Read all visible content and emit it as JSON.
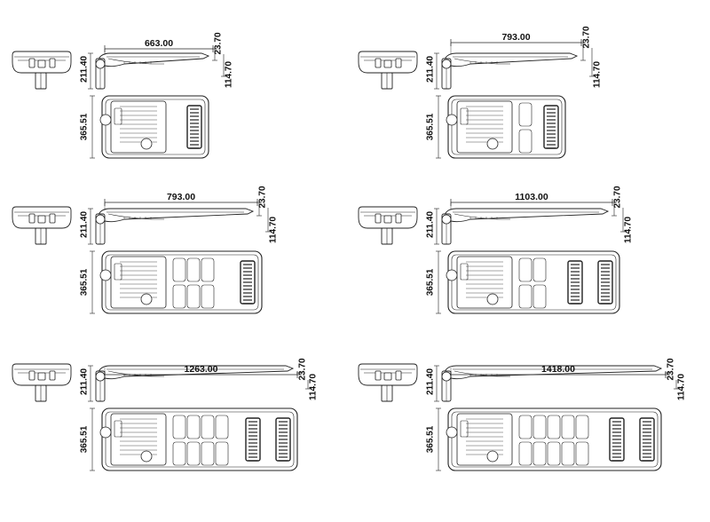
{
  "sheet": "street light dimension drawings",
  "line_color": "#222222",
  "panels": [
    {
      "length": "663.00",
      "thickness": "23.70",
      "height": "114.70",
      "arm": "211.40",
      "width": "365.51",
      "cell_cols": 0,
      "modules": 1
    },
    {
      "length": "793.00",
      "thickness": "23.70",
      "height": "114.70",
      "arm": "211.40",
      "width": "365.51",
      "cell_cols": 1,
      "modules": 1
    },
    {
      "length": "793.00",
      "thickness": "23.70",
      "height": "114.70",
      "arm": "211.40",
      "width": "365.51",
      "cell_cols": 3,
      "modules": 1
    },
    {
      "length": "1103.00",
      "thickness": "23.70",
      "height": "114.70",
      "arm": "211.40",
      "width": "365.51",
      "cell_cols": 2,
      "modules": 2
    },
    {
      "length": "1263.00",
      "thickness": "23.70",
      "height": "114.70",
      "arm": "211.40",
      "width": "365.51",
      "cell_cols": 4,
      "modules": 2
    },
    {
      "length": "1418.00",
      "thickness": "23.70",
      "height": "114.70",
      "arm": "211.40",
      "width": "365.51",
      "cell_cols": 5,
      "modules": 2
    }
  ]
}
